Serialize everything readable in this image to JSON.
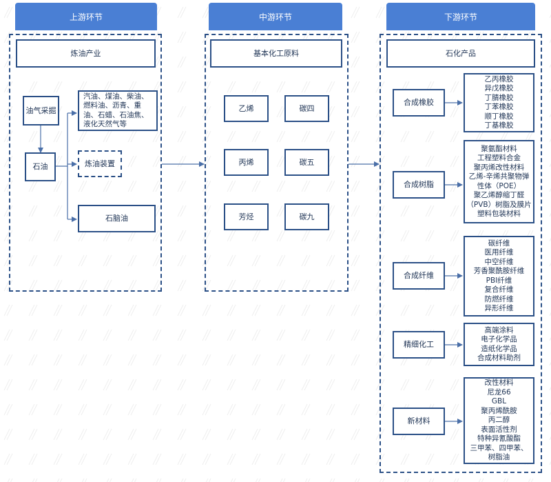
{
  "headers": {
    "upstream": "上游环节",
    "midstream": "中游环节",
    "downstream": "下游环节"
  },
  "upstream": {
    "title": "炼油产业",
    "oil_gas": "油气采掘",
    "crude": "石油",
    "products": "汽油、煤油、柴油、燃料油、沥青、重油、石蜡、石油焦、液化天然气等",
    "refinery": "炼油装置",
    "naphtha": "石脑油"
  },
  "midstream": {
    "title": "基本化工原料",
    "items": [
      "乙烯",
      "碳四",
      "丙烯",
      "碳五",
      "芳烃",
      "碳九"
    ]
  },
  "downstream": {
    "title": "石化产品",
    "groups": [
      {
        "name": "合成橡胶",
        "items": [
          "乙丙橡胶",
          "异戊橡胶",
          "丁腈橡胶",
          "丁苯橡胶",
          "顺丁橡胶",
          "丁基橡胶"
        ]
      },
      {
        "name": "合成树脂",
        "items": [
          "聚氨酯材料",
          "工程塑料合金",
          "聚丙烯改性材料",
          "乙烯-辛烯共聚物弹",
          "性体（POE）",
          "聚乙烯醇缩丁醛",
          "（PVB）树脂及膜片",
          "塑料包装材料"
        ]
      },
      {
        "name": "合成纤维",
        "items": [
          "碳纤维",
          "医用纤维",
          "中空纤维",
          "芳香聚酰胺纤维",
          "PBI纤维",
          "复合纤维",
          "防燃纤维",
          "异形纤维"
        ]
      },
      {
        "name": "精细化工",
        "items": [
          "高端涂料",
          "电子化学品",
          "造纸化学品",
          "合成材料助剂"
        ]
      },
      {
        "name": "新材料",
        "items": [
          "改性材料",
          "尼龙66",
          "GBL",
          "聚丙烯酰胺",
          "丙二醇",
          "表面活性剂",
          "特种异氰酸酯",
          "三甲苯、四甲苯、",
          "树脂油"
        ]
      }
    ]
  },
  "colors": {
    "header": "#4a7fd4",
    "border": "#2a4f86",
    "arrow": "#4a6fa8",
    "text": "#1e3354"
  }
}
